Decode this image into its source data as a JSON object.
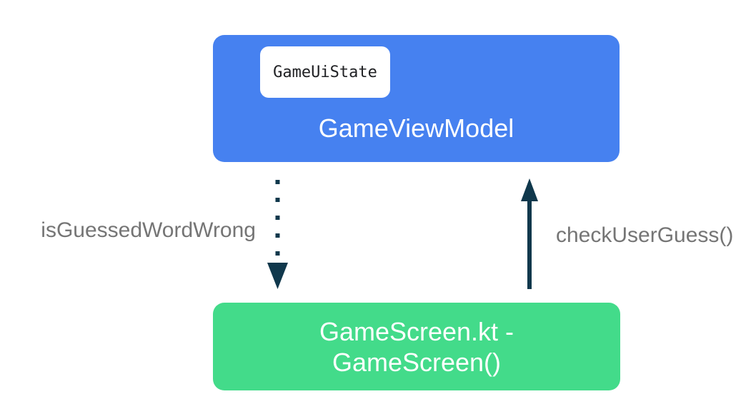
{
  "diagram": {
    "viewmodel_box": {
      "title": "GameViewModel",
      "state_chip": "GameUiState"
    },
    "screen_box": {
      "line1": "GameScreen.kt -",
      "line2": "GameScreen()"
    },
    "arrows": {
      "state_flow_label": "isGuessedWordWrong",
      "event_flow_label": "checkUserGuess()"
    }
  },
  "colors": {
    "viewmodel_blue": "#4681f0",
    "screen_green": "#43db8a",
    "arrow_navy": "#10384c",
    "label_gray": "#757575",
    "chip_bg": "#ffffff",
    "chip_text": "#202124",
    "box_text": "#ffffff",
    "background": "#ffffff"
  }
}
